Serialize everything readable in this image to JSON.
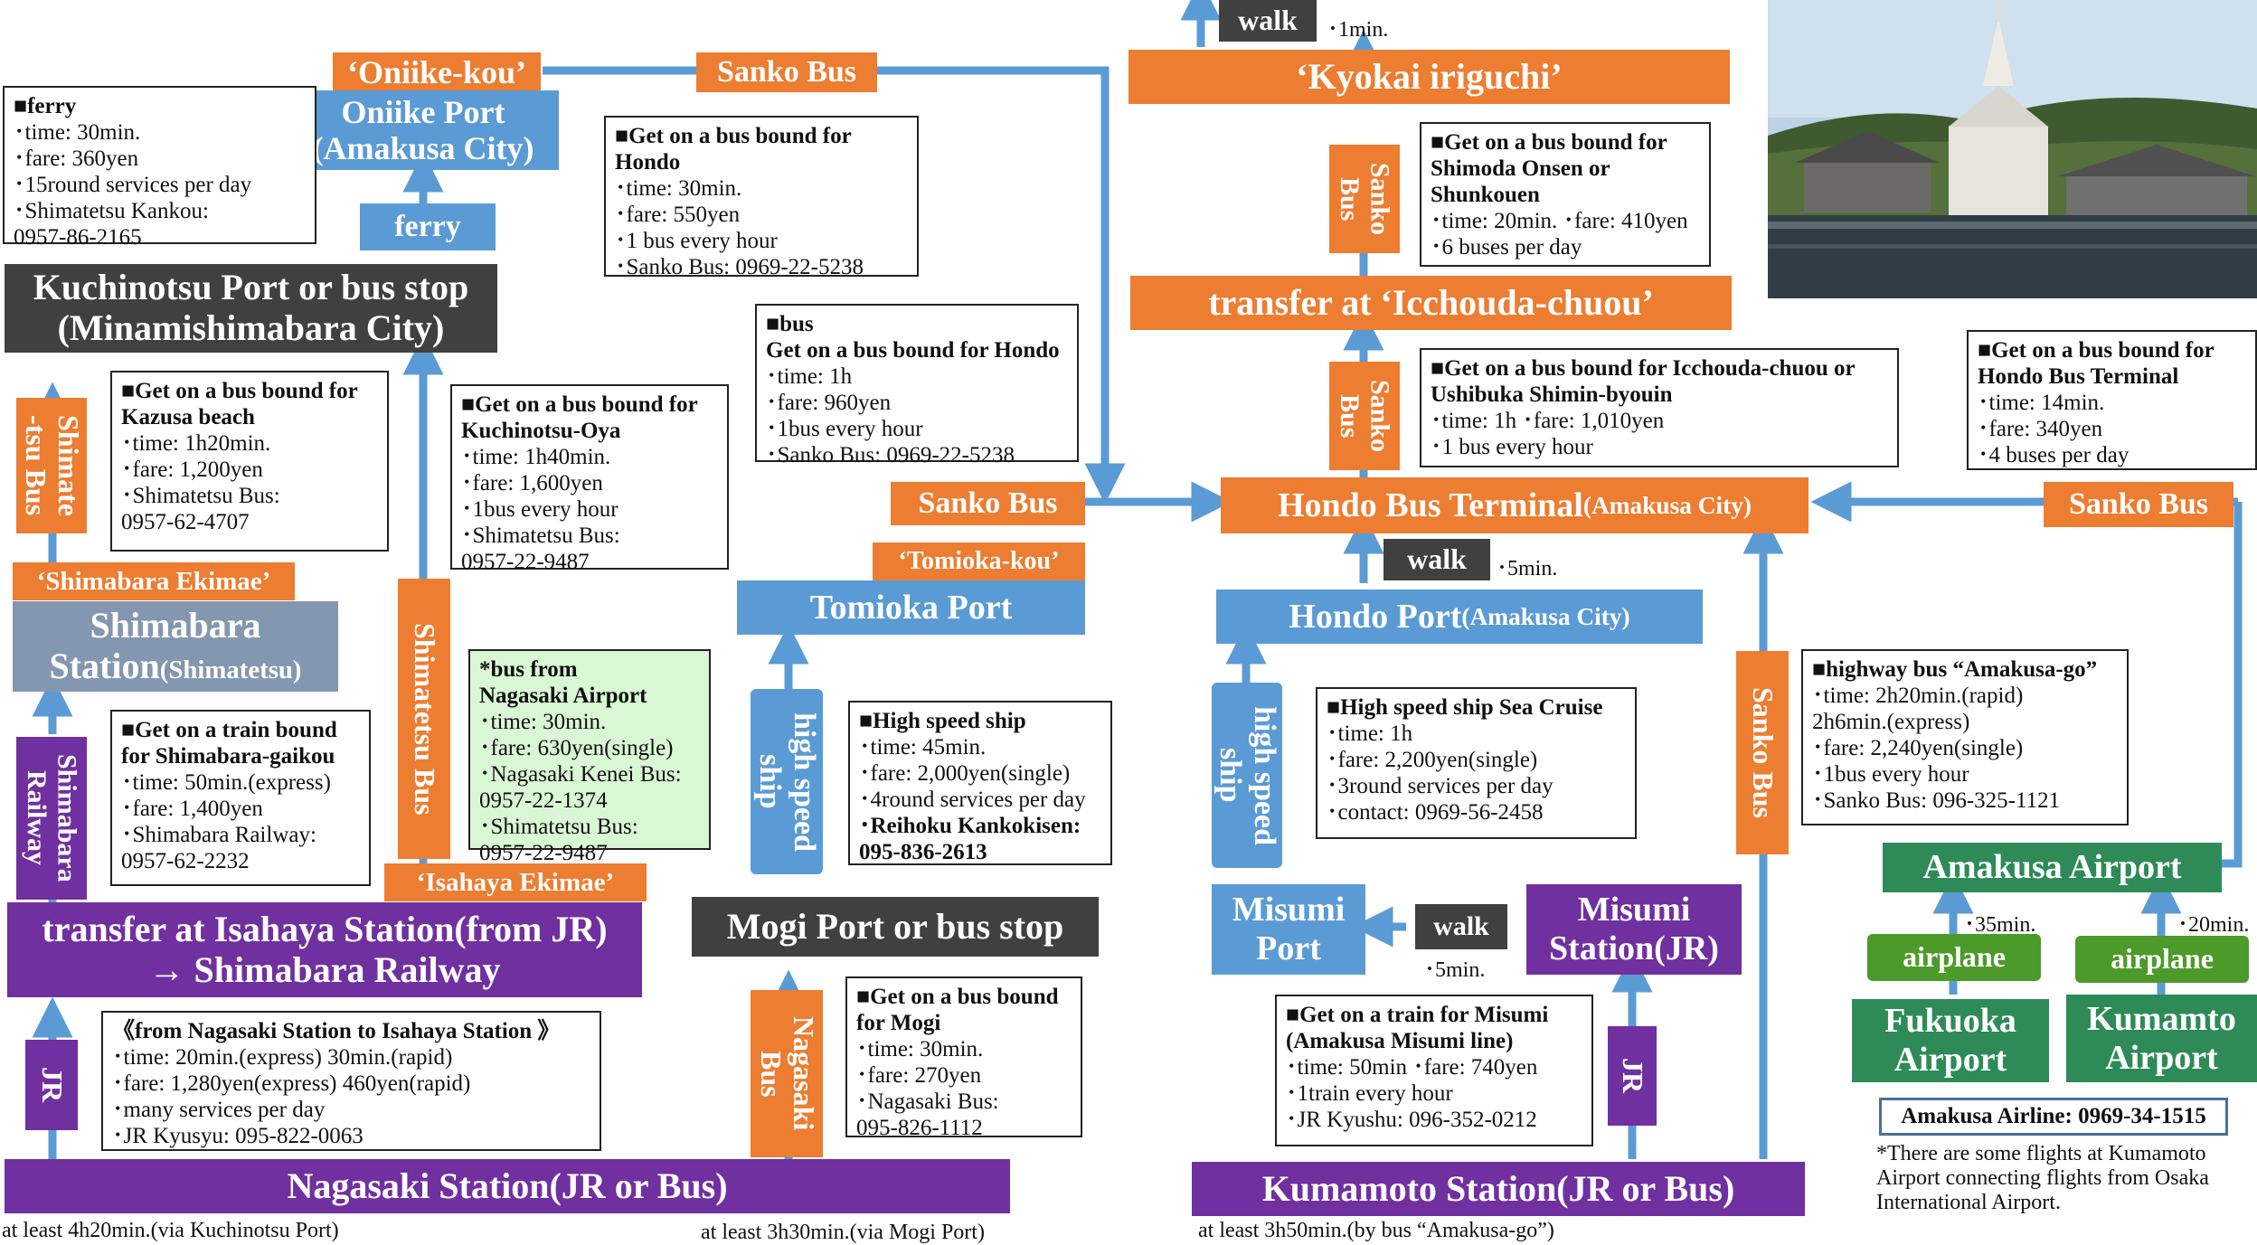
{
  "colors": {
    "blue": "#5b9bd5",
    "orange": "#ed7d31",
    "purple": "#7030a0",
    "dark": "#404040",
    "gray": "#8497b0",
    "green": "#2e8b57",
    "airplane_green": "#4c9a2a",
    "line": "#5b9bd5"
  },
  "nodes": {
    "oniike_kou": "‘Oniike-kou’",
    "oniike_port_1": "Oniike Port",
    "oniike_port_2": "(Amakusa City)",
    "ferry": "ferry",
    "kuchinotsu_1": "Kuchinotsu Port or bus stop",
    "kuchinotsu_2": "(Minamishimabara City)",
    "shimatetsu_bus_v": "Shimate\n-tsu Bus",
    "shimabara_ekimae": "‘Shimabara Ekimae’",
    "shimabara_station_1": "Shimabara",
    "shimabara_station_2": "Station",
    "shimabara_station_3": "(Shimatetsu)",
    "shimabara_railway_v": "Shimabara\nRailway",
    "shimatetsu_bus_v2": "Shimatetsu Bus",
    "isahaya_ekimae": "‘Isahaya Ekimae’",
    "transfer_isahaya_1": "transfer at Isahaya Station(from JR)",
    "transfer_isahaya_2": "→ Shimabara Railway",
    "jr_left": "JR",
    "nagasaki_station": "Nagasaki Station(JR or Bus)",
    "sanko_bus_top": "Sanko Bus",
    "sanko_bus_mid": "Sanko Bus",
    "tomioka_kou": "‘Tomioka-kou’",
    "tomioka_port": "Tomioka Port",
    "high_speed_ship_1": "high speed\nship",
    "mogi_port": "Mogi Port or bus stop",
    "nagasaki_bus_v": "Nagasaki\nBus",
    "walk_top": "walk",
    "kyokai_iriguchi": "‘Kyokai iriguchi’",
    "sanko_bus_v1": "Sanko\nBus",
    "transfer_icchouda": "transfer at ‘Icchouda-chuou’",
    "sanko_bus_v2": "Sanko\nBus",
    "hondo_terminal_1": "Hondo Bus Terminal",
    "hondo_terminal_2": "(Amakusa City)",
    "walk_mid": "walk",
    "hondo_port_1": "Hondo Port",
    "hondo_port_2": "(Amakusa City)",
    "high_speed_ship_2": "high speed\nship",
    "misumi_port_1": "Misumi",
    "misumi_port_2": "Port",
    "walk_low": "walk",
    "misumi_station_1": "Misumi",
    "misumi_station_2": "Station(JR)",
    "jr_right": "JR",
    "kumamoto_station": "Kumamoto Station(JR or Bus)",
    "sanko_bus_v3": "Sanko Bus",
    "sanko_bus_right": "Sanko Bus",
    "amakusa_airport": "Amakusa Airport",
    "airplane_1": "airplane",
    "airplane_2": "airplane",
    "fukuoka_1": "Fukuoka",
    "fukuoka_2": "Airport",
    "kumamoto_ap_1": "Kumamto",
    "kumamoto_ap_2": "Airport",
    "amakusa_airline": "Amakusa Airline: 0969-34-1515"
  },
  "infos": {
    "ferry_h": "■ferry",
    "ferry_b": "･time: 30min.\n･fare: 360yen\n･15round services per day\n･Shimatetsu Kankou:\n   0957-86-2165",
    "kazusa_h": "■Get on a bus bound for\n   Kazusa beach",
    "kazusa_b": "･time: 1h20min.\n･fare: 1,200yen\n･Shimatetsu Bus:\n0957-62-4707",
    "kuchinotsu_oya_h": "■Get on a bus bound for\n   Kuchinotsu-Oya",
    "kuchinotsu_oya_b": "･time: 1h40min.\n･fare: 1,600yen\n･1bus every hour\n･Shimatetsu Bus:\n  0957-22-9487",
    "shimabara_gaikou_h": "■Get on a train bound\n   for Shimabara-gaikou",
    "shimabara_gaikou_b": "･time: 50min.(express)\n･fare: 1,400yen\n･Shimabara Railway:\n  0957-62-2232",
    "nagasaki_airport_h": "*bus from\n   Nagasaki Airport",
    "nagasaki_airport_b": "･time: 30min.\n･fare: 630yen(single)\n･Nagasaki Kenei Bus:\n  0957-22-1374\n･Shimatetsu Bus:\n  0957-22-9487",
    "isahaya_h": "《from Nagasaki Station to Isahaya Station 》",
    "isahaya_b": "･time: 20min.(express)  30min.(rapid)\n･fare: 1,280yen(express)  460yen(rapid)\n･many services per day\n･JR Kyusyu: 095-822-0063",
    "hondo_bus_h": "■Get on a bus bound for\n   Hondo",
    "hondo_bus_b": "･time: 30min.\n･fare: 550yen\n･1 bus every hour\n･Sanko Bus: 0969-22-5238",
    "bus_h": "■bus\nGet on a bus bound for Hondo",
    "bus_b": "･time: 1h\n･fare: 960yen\n･1bus every hour\n･Sanko Bus: 0969-22-5238",
    "hss_h": "■High speed ship",
    "hss_b": "･time: 45min.\n･fare: 2,000yen(single)\n･4round services per day",
    "hss_b2": "･Reihoku Kankokisen:\n095-836-2613",
    "mogi_h": "■Get on a bus bound\n   for Mogi",
    "mogi_b": "･time: 30min.\n･fare: 270yen\n･Nagasaki Bus:\n  095-826-1112",
    "shimoda_h": "■Get on a bus bound for\n   Shimoda Onsen or\n   Shunkouen",
    "shimoda_b": "･time: 20min. ･fare: 410yen\n･6 buses per day",
    "icchouda_h": "■Get on a bus bound for Icchouda-chuou or\n   Ushibuka Shimin-byouin",
    "icchouda_b": "･time: 1h    ･fare: 1,010yen\n･1 bus every hour",
    "hondo_terminal_h": "■Get on a bus bound for\n   Hondo Bus Terminal",
    "hondo_terminal_b": "･time: 14min.\n･fare: 340yen\n･4 buses per day",
    "sea_cruise_h": "■High speed ship Sea Cruise",
    "sea_cruise_b": "･time: 1h\n･fare: 2,200yen(single)\n･3round services per day\n･contact: 0969-56-2458",
    "highway_h": "■highway bus “Amakusa-go”",
    "highway_b": "･time: 2h20min.(rapid)\n          2h6min.(express)\n･fare: 2,240yen(single)\n･1bus every hour\n･Sanko Bus: 096-325-1121",
    "misumi_h": "■Get on a train for Misumi\n   (Amakusa Misumi line)",
    "misumi_b": "･time: 50min  ･fare: 740yen\n･1train every hour\n･JR Kyushu: 096-352-0212"
  },
  "notes": {
    "walk_top_time": "･1min.",
    "walk_mid_time": "･5min.",
    "walk_low_time": "･5min.",
    "fukuoka_time": "･35min.",
    "kumamoto_time": "･20min.",
    "bottom_left": "at least 4h20min.(via Kuchinotsu Port)",
    "bottom_mid": "at least 3h30min.(via Mogi Port)",
    "bottom_right": "at least 3h50min.(by bus “Amakusa-go”)",
    "flights_note": "*There are some flights at Kumamoto\n  Airport connecting flights from Osaka\n  International Airport."
  },
  "photo": {
    "subject": "church-by-water-photo"
  }
}
